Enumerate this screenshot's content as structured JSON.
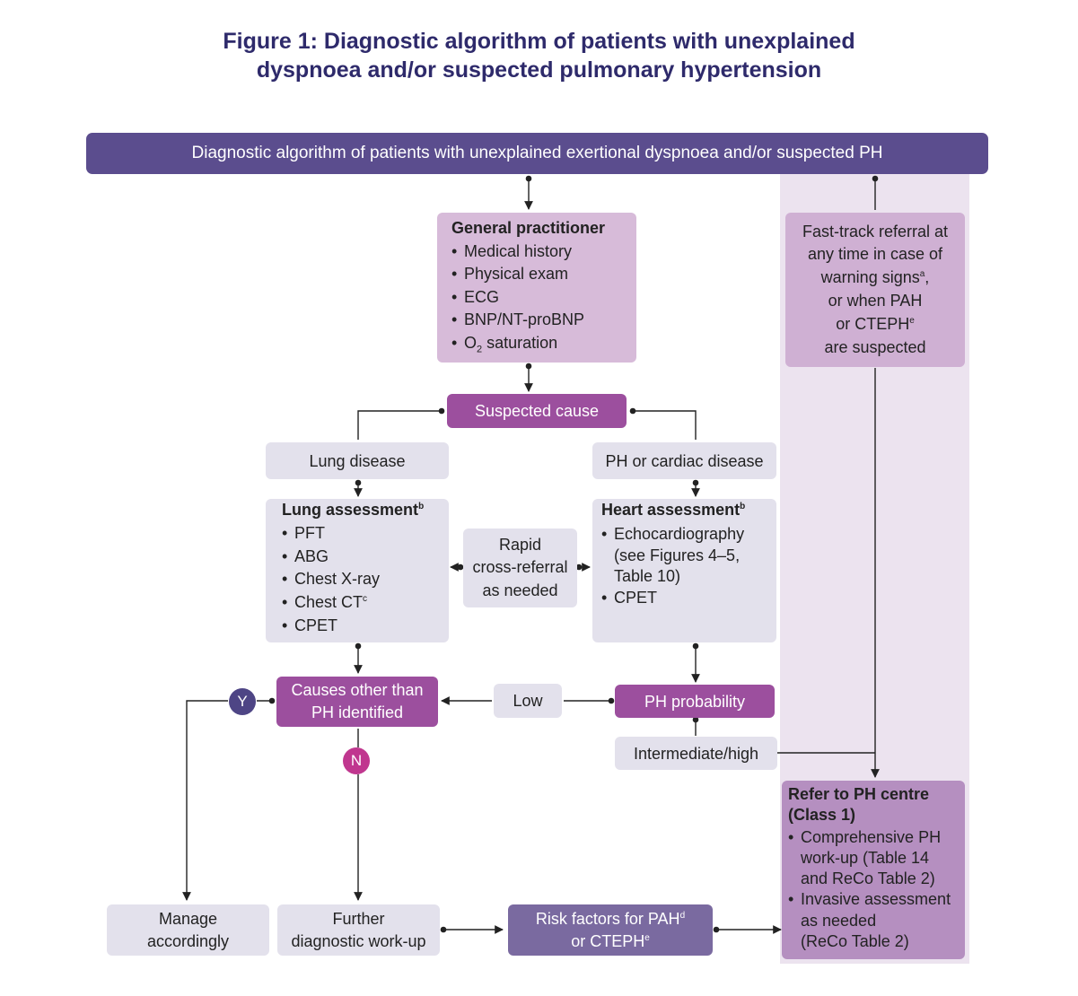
{
  "title": {
    "line1": "Figure 1: Diagnostic algorithm of patients with unexplained",
    "line2": "dyspnoea and/or suspected pulmonary hypertension"
  },
  "header": "Diagnostic algorithm of patients with unexplained exertional dyspnoea and/or suspected PH",
  "gp": {
    "title": "General practitioner",
    "items": [
      "Medical history",
      "Physical exam",
      "ECG",
      "BNP/NT-proBNP"
    ],
    "o2_prefix": "O",
    "o2_sub": "2",
    "o2_suffix": " saturation"
  },
  "fasttrack": {
    "line1": "Fast-track referral at",
    "line2": "any time in case of",
    "line3": "warning signs",
    "line3_sup": "a",
    "line3_tail": ",",
    "line4": "or when PAH",
    "line5": "or CTEPH",
    "line5_sup": "e",
    "line6": "are suspected"
  },
  "suspected_cause": "Suspected cause",
  "lung_disease": "Lung disease",
  "cardiac_disease": "PH or cardiac disease",
  "lung_assessment": {
    "title": "Lung assessment",
    "title_sup": "b",
    "items": [
      "PFT",
      "ABG",
      "Chest X-ray"
    ],
    "ct": "Chest CT",
    "ct_sup": "c",
    "last": "CPET"
  },
  "rapid": {
    "line1": "Rapid",
    "line2": "cross-referral",
    "line3": "as needed"
  },
  "heart_assessment": {
    "title": "Heart assessment",
    "title_sup": "b",
    "echo1": "Echocardiography",
    "echo2": "(see Figures 4–5,",
    "echo3": "Table 10)",
    "cpet": "CPET"
  },
  "causes_other": {
    "line1": "Causes other than",
    "line2": "PH identified"
  },
  "low": "Low",
  "ph_probability": "PH probability",
  "intermediate_high": "Intermediate/high",
  "yes": "Y",
  "no": "N",
  "refer": {
    "title1": "Refer to PH centre",
    "title2": "(Class 1)",
    "b1_1": "Comprehensive PH",
    "b1_2": "work-up (Table 14",
    "b1_3": "and ReCo Table 2)",
    "b2_1": "Invasive assessment",
    "b2_2": "as needed",
    "b2_3": "(ReCo Table 2)"
  },
  "manage": {
    "line1": "Manage",
    "line2": "accordingly"
  },
  "further": {
    "line1": "Further",
    "line2": "diagnostic work-up"
  },
  "risk": {
    "line1": "Risk factors for PAH",
    "line1_sup": "d",
    "line2": "or CTEPH",
    "line2_sup": "e"
  },
  "colors": {
    "header": "#5b4d8e",
    "purple": "#9c4f9e",
    "lilac": "#d7bbd9",
    "grey": "#e3e1ec",
    "band": "#ece3ef",
    "yes_circle": "#4e4585",
    "no_circle": "#c0378f",
    "title": "#2e2a6b"
  }
}
